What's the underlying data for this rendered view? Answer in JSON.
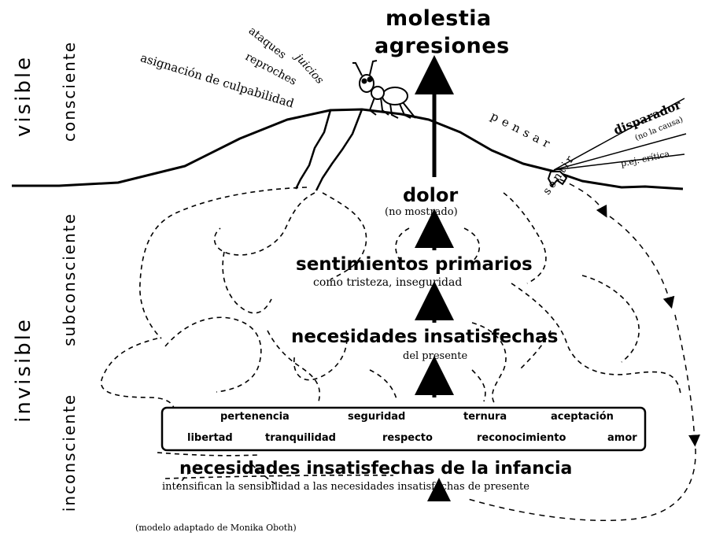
{
  "levels": {
    "visible": "visible",
    "invisible": "invisible",
    "consciente": "consciente",
    "subconsciente": "subconsciente",
    "inconsciente": "inconsciente"
  },
  "top": {
    "title_line1": "molestia",
    "title_line2": "agresiones",
    "ataques": "ataques",
    "juicios": "juicios",
    "reproches": "reproches",
    "asignacion": "asignación de culpabilidad"
  },
  "right": {
    "pensar": "pensar",
    "disparador": "disparador",
    "no_la_causa": "(no la causa)",
    "pej": "p.ej. crítica",
    "sentir": "sentir"
  },
  "center": {
    "dolor": "dolor",
    "dolor_sub": "(no mostrado)",
    "sentimientos": "sentimientos primarios",
    "sentimientos_sub": "como tristeza, inseguridad",
    "necesidades": "necesidades insatisfechas",
    "necesidades_sub": "del presente"
  },
  "needs_box": {
    "row1": [
      "pertenencia",
      "seguridad",
      "ternura",
      "aceptación"
    ],
    "row2": [
      "libertad",
      "tranquilidad",
      "respecto",
      "reconocimiento",
      "amor"
    ]
  },
  "bottom": {
    "title": "necesidades insatisfechas de la infancia",
    "subtitle": "intensifican la sensibilidad a las necesidades insatisfechas de presente",
    "credit": "(modelo adaptado de Monika Oboth)"
  }
}
